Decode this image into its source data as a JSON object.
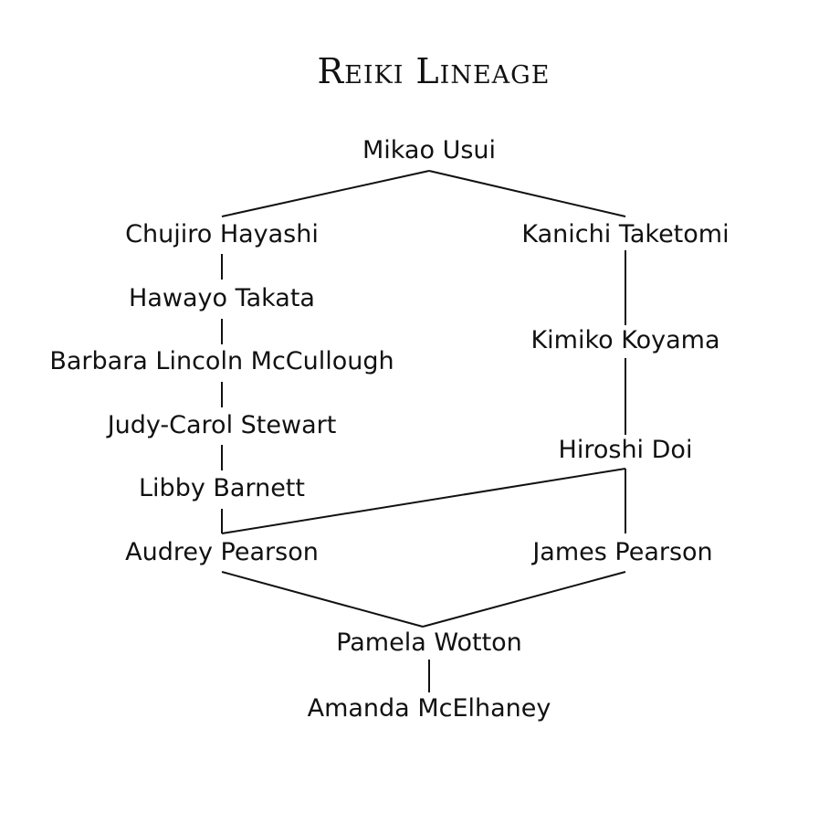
{
  "title": "Reiki Lineage",
  "nodes": {
    "mikao_usui": "Mikao Usui",
    "chujiro_hayashi": "Chujiro Hayashi",
    "kanichi_taketomi": "Kanichi Taketomi",
    "hawayo_takata": "Hawayo Takata",
    "barbara_lincoln_mccullough": "Barbara Lincoln McCullough",
    "kimiko_koyama": "Kimiko Koyama",
    "judy_carol_stewart": "Judy-Carol Stewart",
    "hiroshi_doi": "Hiroshi Doi",
    "libby_barnett": "Libby Barnett",
    "audrey_pearson": "Audrey Pearson",
    "james_pearson": "James Pearson",
    "pamela_wotton": "Pamela Wotton",
    "amanda_mcelhaney": "Amanda McElhaney"
  },
  "links": [
    {
      "from": "Mikao Usui",
      "to": "Chujiro Hayashi"
    },
    {
      "from": "Mikao Usui",
      "to": "Kanichi Taketomi"
    },
    {
      "from": "Chujiro Hayashi",
      "to": "Hawayo Takata"
    },
    {
      "from": "Hawayo Takata",
      "to": "Barbara Lincoln McCullough"
    },
    {
      "from": "Barbara Lincoln McCullough",
      "to": "Judy-Carol Stewart"
    },
    {
      "from": "Judy-Carol Stewart",
      "to": "Libby Barnett"
    },
    {
      "from": "Libby Barnett",
      "to": "Audrey Pearson"
    },
    {
      "from": "Kanichi Taketomi",
      "to": "Kimiko Koyama"
    },
    {
      "from": "Kimiko Koyama",
      "to": "Hiroshi Doi"
    },
    {
      "from": "Hiroshi Doi",
      "to": "Audrey Pearson"
    },
    {
      "from": "Hiroshi Doi",
      "to": "James Pearson"
    },
    {
      "from": "Audrey Pearson",
      "to": "Pamela Wotton"
    },
    {
      "from": "James Pearson",
      "to": "Pamela Wotton"
    },
    {
      "from": "Pamela Wotton",
      "to": "Amanda McElhaney"
    }
  ]
}
